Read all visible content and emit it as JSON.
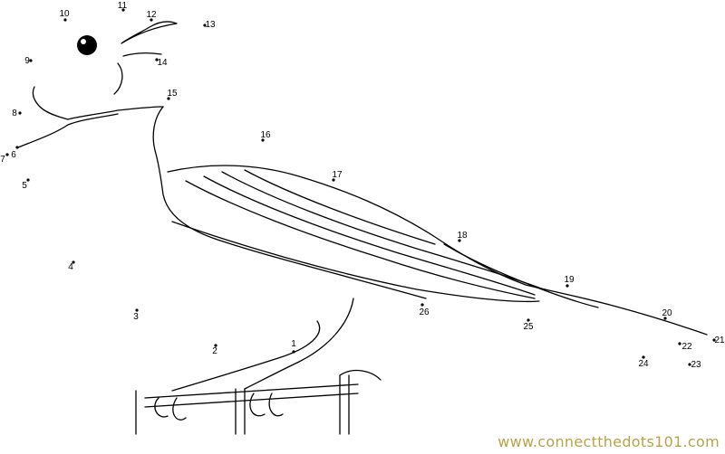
{
  "puzzle": {
    "dot_labels": [
      "1",
      "2",
      "3",
      "4",
      "5",
      "6",
      "7",
      "8",
      "9",
      "10",
      "11",
      "12",
      "13",
      "14",
      "15",
      "16",
      "17",
      "18",
      "19",
      "20",
      "21",
      "22",
      "23",
      "24",
      "25",
      "26"
    ]
  },
  "watermark": "www.connectthedots101.com",
  "colors": {
    "line": "#000000",
    "watermark": "#b8a24a"
  }
}
